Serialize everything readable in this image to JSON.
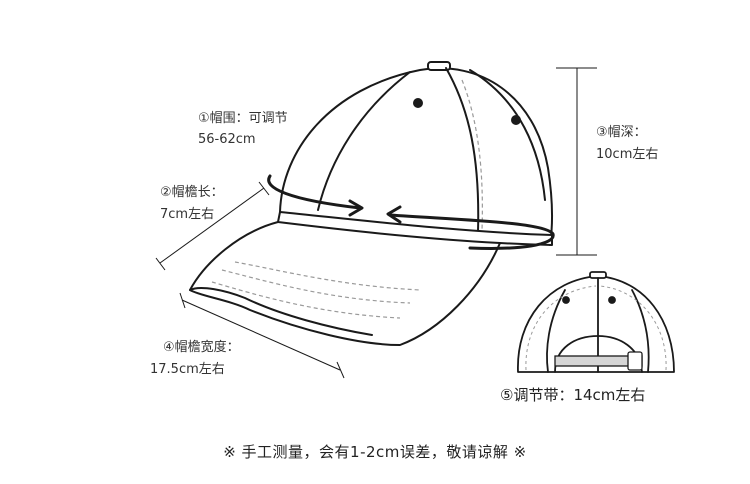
{
  "annotations": {
    "circumference": {
      "title": "①帽围：可调节",
      "value": "56-62cm"
    },
    "brim_length": {
      "title": "②帽檐长：",
      "value": "7cm左右"
    },
    "depth": {
      "title": "③帽深：",
      "value": "10cm左右"
    },
    "brim_width": {
      "title": "④帽檐宽度：",
      "value": "17.5cm左右"
    },
    "strap": {
      "text": "⑤调节带：14cm左右"
    }
  },
  "footer_note": "※ 手工测量，会有1-2cm误差，敬请谅解 ※",
  "colors": {
    "line": "#1a1a1a",
    "stitch": "#9a9a9a",
    "strap": "#d6d6d6"
  }
}
